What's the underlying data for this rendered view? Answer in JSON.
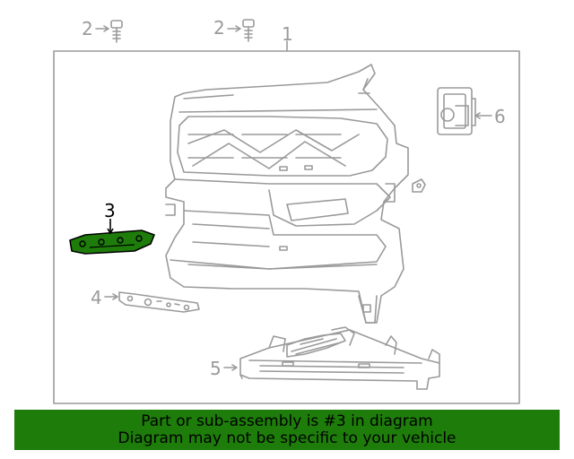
{
  "callouts": {
    "c1": "1",
    "c2a": "2",
    "c2b": "2",
    "c3": "3",
    "c4": "4",
    "c5": "5",
    "c6": "6"
  },
  "highlight_part": "3",
  "colors": {
    "line": "#9a9a9a",
    "highlight": "#1e7d0a",
    "banner_bg": "#1e7d0a",
    "banner_text": "#000000"
  },
  "banner": {
    "line1": "Part or sub-assembly is #3 in diagram",
    "line2": "Diagram may not be specific to your vehicle"
  }
}
